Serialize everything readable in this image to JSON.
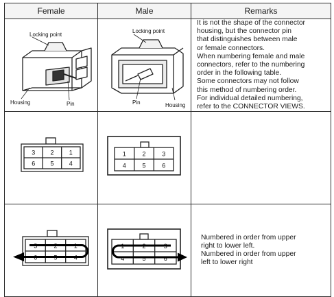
{
  "headers": {
    "female": "Female",
    "male": "Male",
    "remarks": "Remarks"
  },
  "row1": {
    "female_labels": {
      "locking": "Locking point",
      "housing": "Housing",
      "pin": "Pin"
    },
    "male_labels": {
      "locking": "Locking point",
      "pin": "Pin",
      "housing": "Housing"
    },
    "remarks": [
      "It is not the shape of the connector",
      "housing, but the connector pin",
      "that distinguishes between male",
      "or female connectors.",
      "When numbering female and male",
      "connectors, refer to the numbering",
      "order in the following table.",
      "Some connectors may not follow",
      "this method of numbering order.",
      "For individual detailed numbering,",
      "refer to the CONNECTOR VIEWS."
    ]
  },
  "row2": {
    "female_pins": [
      "3",
      "2",
      "1",
      "6",
      "5",
      "4"
    ],
    "male_pins": [
      "1",
      "2",
      "3",
      "4",
      "5",
      "6"
    ]
  },
  "row3": {
    "female_pins": [
      "3",
      "2",
      "1",
      "6",
      "5",
      "4"
    ],
    "male_pins": [
      "1",
      "2",
      "3",
      "4",
      "5",
      "6"
    ],
    "remarks": [
      "Numbered in order from upper",
      "right to lower left.",
      "Numbered in order from upper",
      "left to lower right"
    ]
  }
}
